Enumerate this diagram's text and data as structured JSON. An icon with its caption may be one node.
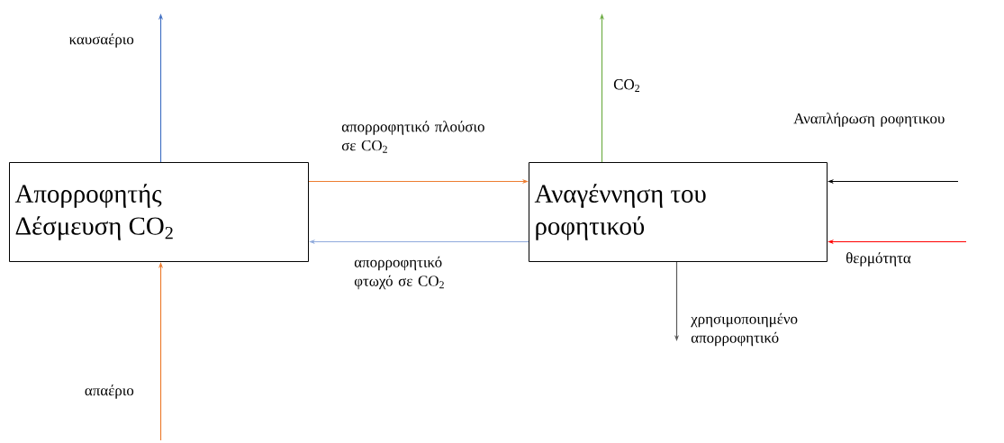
{
  "diagram": {
    "nodes": [
      {
        "text": [
          "Απορροφητής Δέσμευση CO$_{2}$"
        ]
      },
      {
        "text": [
          "Αναγέννηση του ροφητικού"
        ]
      }
    ],
    "edges": [
      {
        "from": 0,
        "to": null,
        "arrow": "to",
        "label": "καυσαέριο",
        "color": "#4472c4"
      },
      {
        "from": null,
        "to": 0,
        "arrow": "to",
        "label": "απαέριο",
        "color": "#ed7d31"
      },
      {
        "from": 0,
        "to": 1,
        "arrow": "to",
        "label": "απορροφητικό πλούσιο σε CO$_{2}$",
        "color": "#ed7d31"
      },
      {
        "from": 1,
        "to": 0,
        "arrow": "to",
        "label": "απορροφητικό φτωχό σε CO$_{2}$",
        "color": "#8faadc"
      },
      {
        "from": 1,
        "to": null,
        "arrow": "to",
        "label": "CO$_{2}$",
        "color": "#70ad47"
      },
      {
        "from": null,
        "to": 1,
        "arrow": "to",
        "label": "Αναπλήρωση ροφητικου",
        "color": "#000000"
      },
      {
        "from": null,
        "to": 1,
        "arrow": "to",
        "label": "θερμότητα",
        "color": "#ff0000"
      },
      {
        "from": 1,
        "to": null,
        "arrow": "to",
        "label": "χρησιμοποιημένο απορροφητικό",
        "color": "#595959"
      }
    ]
  }
}
